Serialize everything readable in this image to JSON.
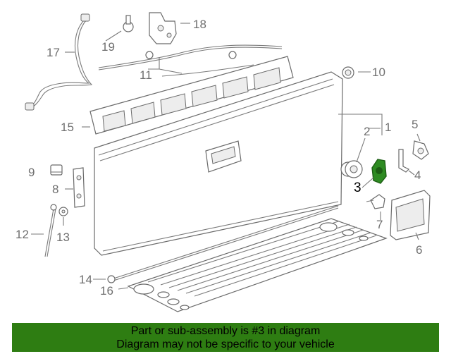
{
  "diagram": {
    "callouts": {
      "c1": "1",
      "c2": "2",
      "c3": "3",
      "c4": "4",
      "c5": "5",
      "c6": "6",
      "c7": "7",
      "c8": "8",
      "c9": "9",
      "c10": "10",
      "c11": "11",
      "c12": "12",
      "c13": "13",
      "c14": "14",
      "c15": "15",
      "c16": "16",
      "c17": "17",
      "c18": "18",
      "c19": "19"
    },
    "highlighted_part": "3",
    "highlight_color": "#2e8b22",
    "line_color": "#7a7a7a"
  },
  "banner": {
    "line1": "Part or sub-assembly is #3 in diagram",
    "line2": "Diagram may not be specific to your vehicle",
    "color": "#2e7d12"
  }
}
